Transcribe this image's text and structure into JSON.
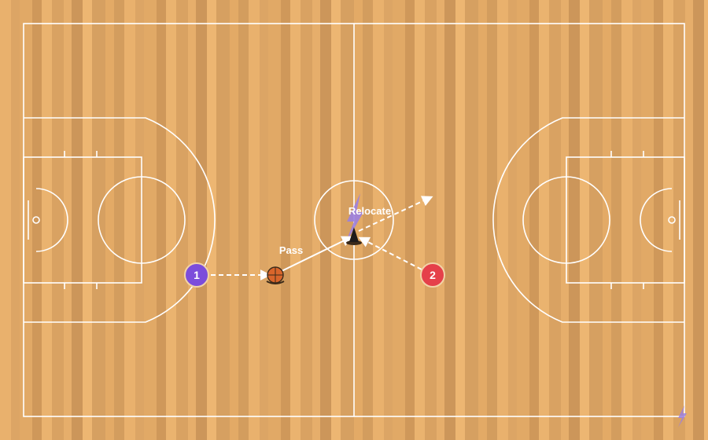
{
  "players": [
    {
      "number": "1",
      "color": "#7c4ddb"
    },
    {
      "number": "2",
      "color": "#e5404a"
    }
  ],
  "annotations": {
    "pass": "Pass",
    "relocate": "Relocate"
  },
  "colors": {
    "floor_light": "#e8b06a",
    "floor_dark": "#d49c5c",
    "court_lines": "#ffffff",
    "ball": "#d9652b",
    "lightning": "#9b7fe0"
  },
  "icons": [
    "basketball-icon",
    "cone-icon",
    "lightning-icon",
    "arrow-head-icon"
  ]
}
